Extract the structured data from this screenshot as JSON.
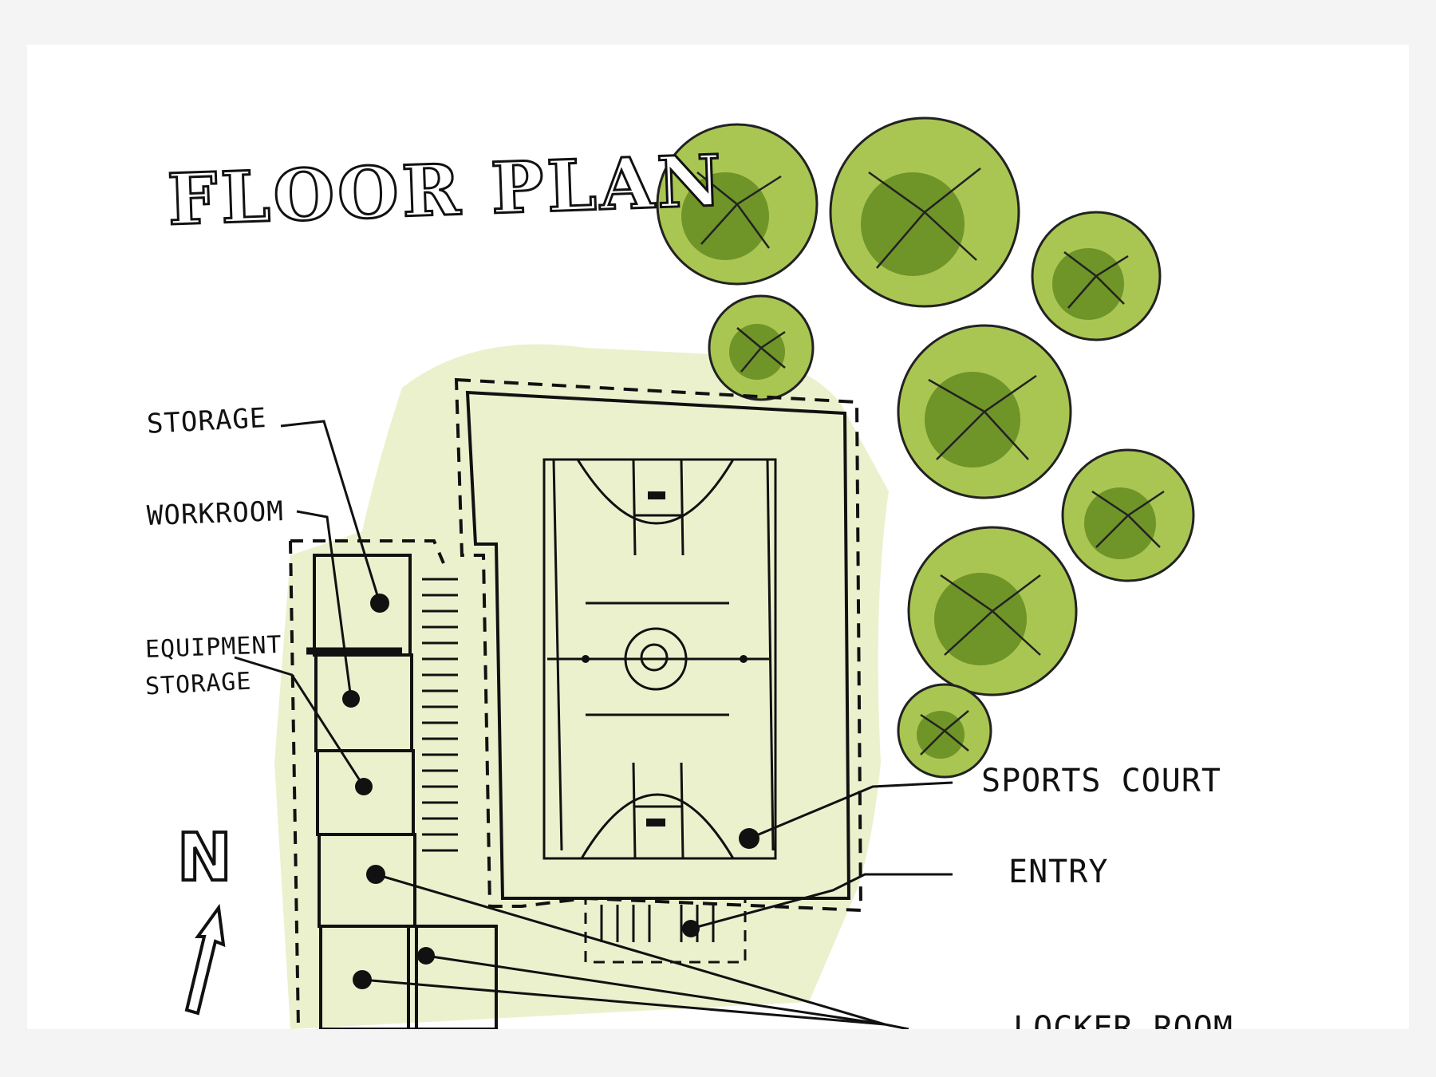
{
  "title": "FLOOR PLAN",
  "labels": {
    "storage_top": "STORAGE",
    "workroom": "WORKROOM",
    "equipment": "EQUIPMENT",
    "storage_bottom": "STORAGE",
    "sports_court": "SPORTS COURT",
    "entry": "ENTRY",
    "locker_room": "LOCKER ROOM"
  },
  "north": "N",
  "colors": {
    "ink": "#111111",
    "tree_dark": "#6f9428",
    "tree_light": "#a9c653",
    "site_wash": "#e8efc4"
  }
}
